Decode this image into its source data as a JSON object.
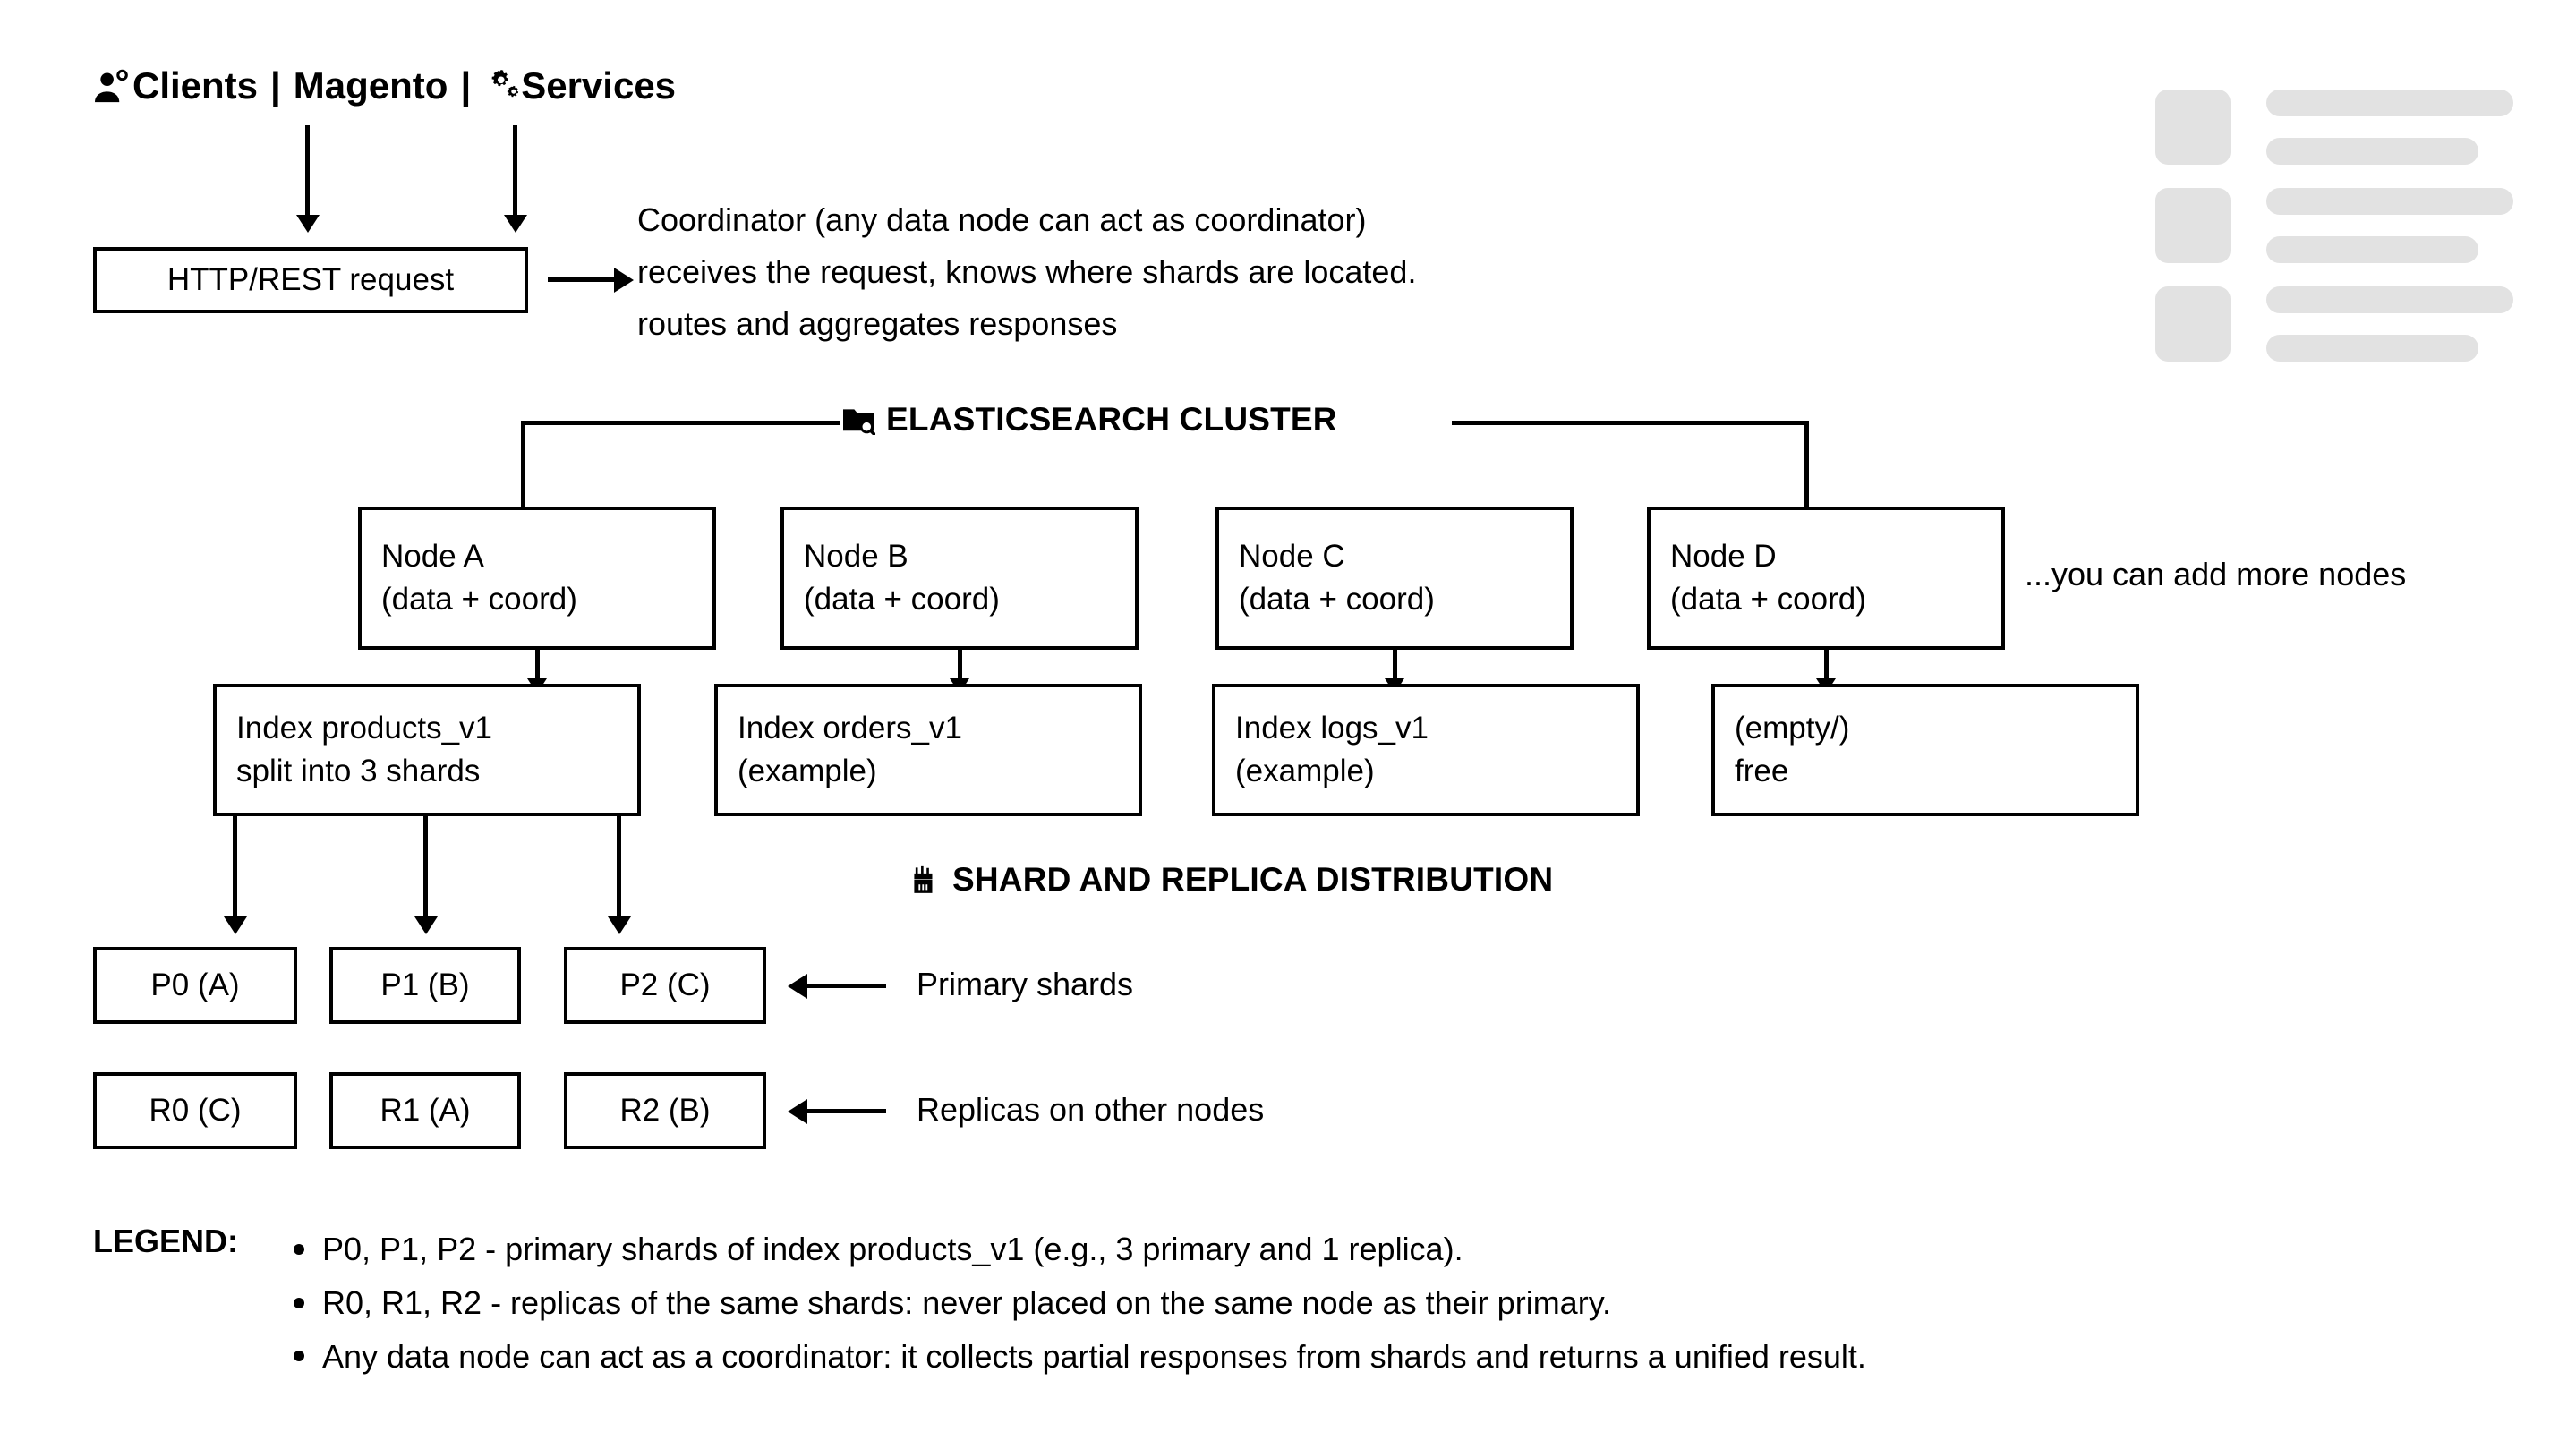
{
  "header": {
    "clients_label": "Clients",
    "sep1": "|",
    "magento_label": "Magento",
    "sep2": "|",
    "services_label": "Services",
    "clients_icon": "people-icon",
    "services_icon": "gears-icon"
  },
  "request": {
    "box_label": "HTTP/REST request",
    "coordinator_line1": "Coordinator (any data node can act as coordinator)",
    "coordinator_line2": "receives the request, knows where shards are located.",
    "coordinator_line3": "routes and aggregates responses"
  },
  "cluster": {
    "title": "ELASTICSEARCH CLUSTER",
    "title_icon": "folder-search-icon",
    "add_more_note": "...you can add more nodes",
    "nodes": [
      {
        "name": "Node A",
        "role": "(data + coord)"
      },
      {
        "name": "Node B",
        "role": "(data + coord)"
      },
      {
        "name": "Node C",
        "role": "(data + coord)"
      },
      {
        "name": "Node D",
        "role": "(data + coord)"
      }
    ],
    "indices": [
      {
        "line1": "Index products_v1",
        "line2": "split into 3 shards"
      },
      {
        "line1": "Index orders_v1",
        "line2": "(example)"
      },
      {
        "line1": "Index logs_v1",
        "line2": "(example)"
      },
      {
        "line1": "(empty/)",
        "line2": "free"
      }
    ]
  },
  "shards": {
    "title": "SHARD AND REPLICA DISTRIBUTION",
    "title_icon": "shard-rack-icon",
    "primaries": [
      "P0 (A)",
      "P1 (B)",
      "P2 (C)"
    ],
    "primaries_note": "Primary shards",
    "replicas": [
      "R0 (C)",
      "R1 (A)",
      "R2 (B)"
    ],
    "replicas_note": "Replicas on other nodes"
  },
  "legend": {
    "label": "LEGEND:",
    "items": [
      "P0, P1, P2 - primary shards of index products_v1 (e.g., 3 primary and 1 replica).",
      "R0, R1, R2 - replicas of the same shards: never placed on the same node as their primary.",
      "Any data node can act as a coordinator: it collects partial responses from shards and returns a unified result."
    ]
  },
  "colors": {
    "stroke": "#000000",
    "background": "#ffffff",
    "skeleton": "#e2e2e2"
  }
}
